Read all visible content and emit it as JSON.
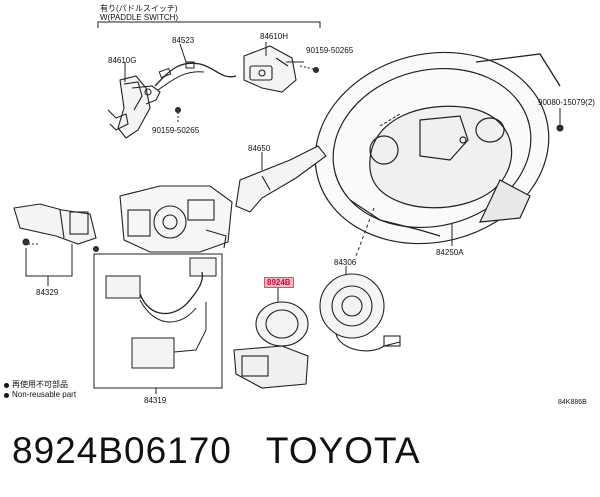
{
  "paddle_switch": {
    "label_jp": "有り(パドルスイッチ)",
    "label_en": "W(PADDLE SWITCH)"
  },
  "part_labels": {
    "p84523": "84523",
    "p84610H": "84610H",
    "p90159_top": "90159-50265",
    "p84610G": "84610G",
    "p90159_bottom": "90159-50265",
    "p84650": "84650",
    "p90080": "90080-15079(2)",
    "p84250A": "84250A",
    "p8924B": "8924B",
    "p84306": "84306",
    "p84329": "84329",
    "p84319": "84319",
    "ref_code": "84K886B"
  },
  "legend": {
    "item1": "再使用不可部品",
    "item2": "Non-reusable part"
  },
  "footer": {
    "part_number": "8924B06170",
    "brand": "TOYOTA"
  }
}
